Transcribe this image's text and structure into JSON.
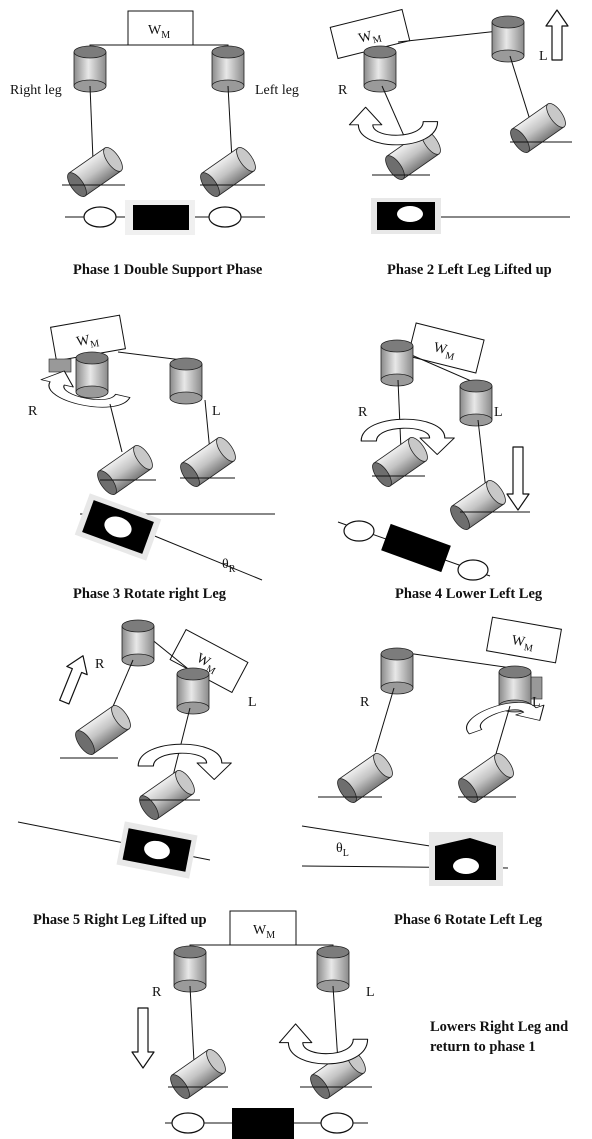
{
  "mass_label": "W",
  "mass_subscript": "M",
  "labels": {
    "right_leg": "Right leg",
    "left_leg": "Left leg",
    "r": "R",
    "l": "L",
    "theta_r_symbol": "θ",
    "theta_r_sub": "R",
    "theta_l_symbol": "θ",
    "theta_l_sub": "L"
  },
  "captions": {
    "phase1": "Phase 1 Double Support Phase",
    "phase2": "Phase 2 Left Leg Lifted up",
    "phase3": "Phase 3 Rotate right Leg",
    "phase4": "Phase 4 Lower Left Leg",
    "phase5": "Phase 5 Right Leg Lifted up",
    "phase6": "Phase 6 Rotate Left Leg",
    "final_line1": "Lowers Right Leg and",
    "final_line2": "return to phase 1"
  }
}
